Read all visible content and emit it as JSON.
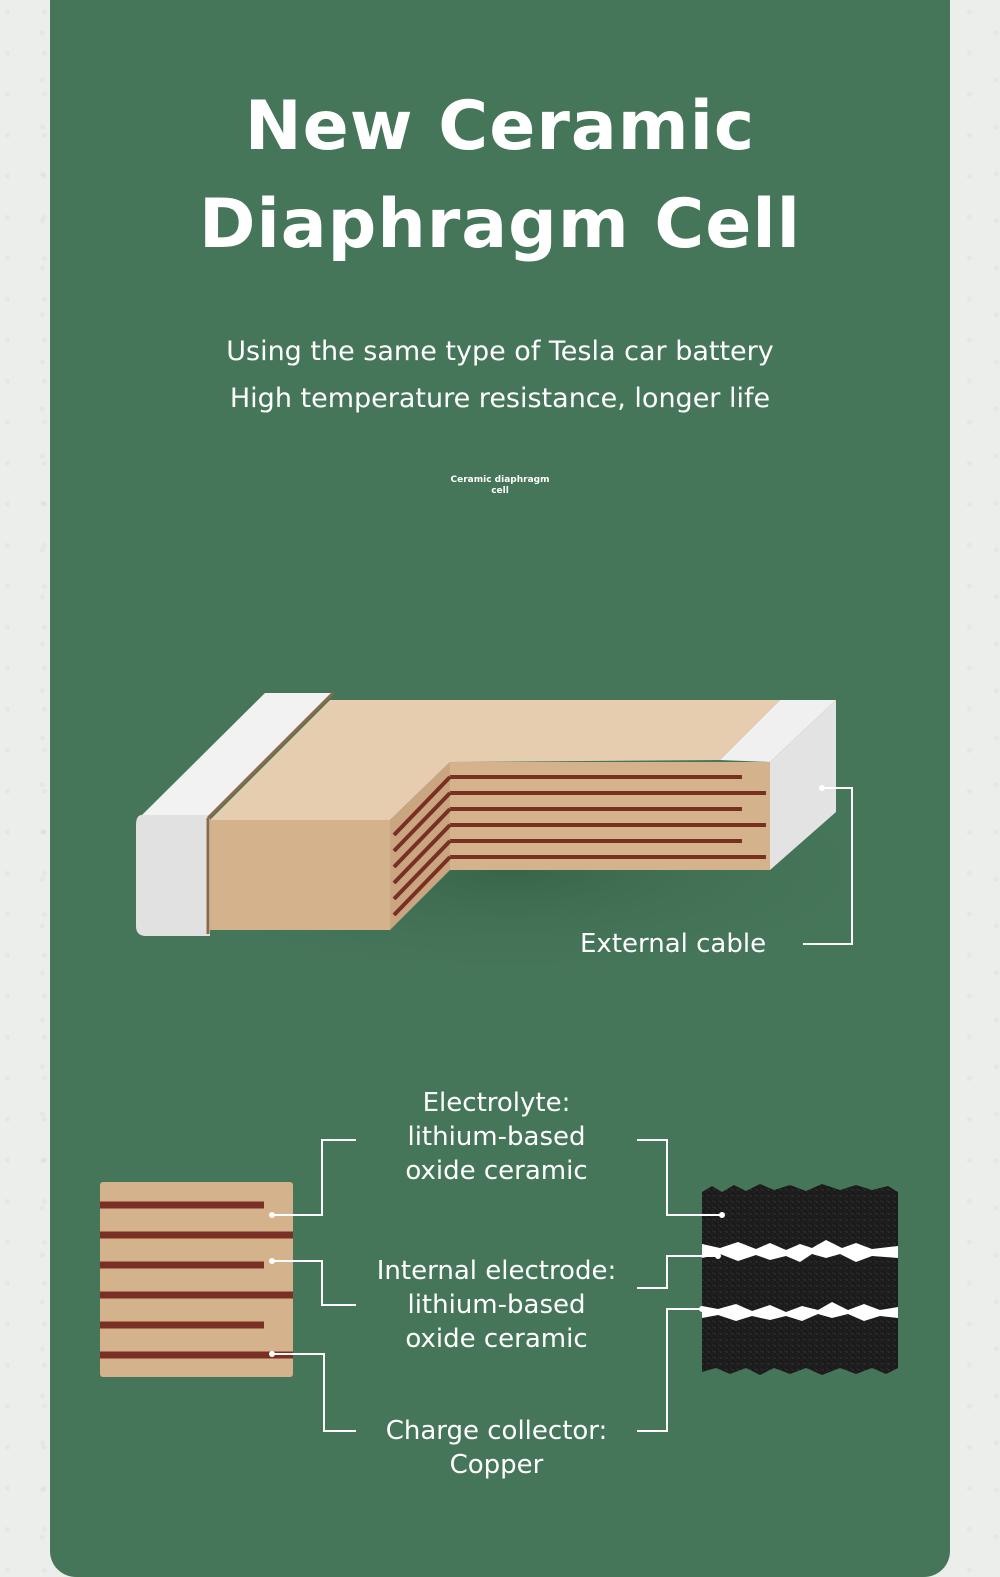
{
  "title": {
    "line1": "New Ceramic",
    "line2": "Diaphragm Cell"
  },
  "subtitle": {
    "line1": "Using the same type of Tesla car battery",
    "line2": "High temperature resistance, longer life"
  },
  "small_caption": {
    "line1": "Ceramic diaphragm",
    "line2": "cell"
  },
  "callouts": {
    "external_cable": "External cable",
    "electrolyte": {
      "line1": "Electrolyte:",
      "line2": "lithium-based",
      "line3": "oxide ceramic"
    },
    "internal_electrode": {
      "line1": "Internal electrode:",
      "line2": "lithium-based",
      "line3": "oxide ceramic"
    },
    "charge_collector": {
      "line1": "Charge collector:",
      "line2": "Copper"
    }
  },
  "colors": {
    "card_background": "#46765a",
    "ceramic_tan": "#d4b28c",
    "ceramic_top": "#e6cdb0",
    "electrode_stripe": "#7a2f24",
    "terminal_white": "#e3e3e3"
  }
}
